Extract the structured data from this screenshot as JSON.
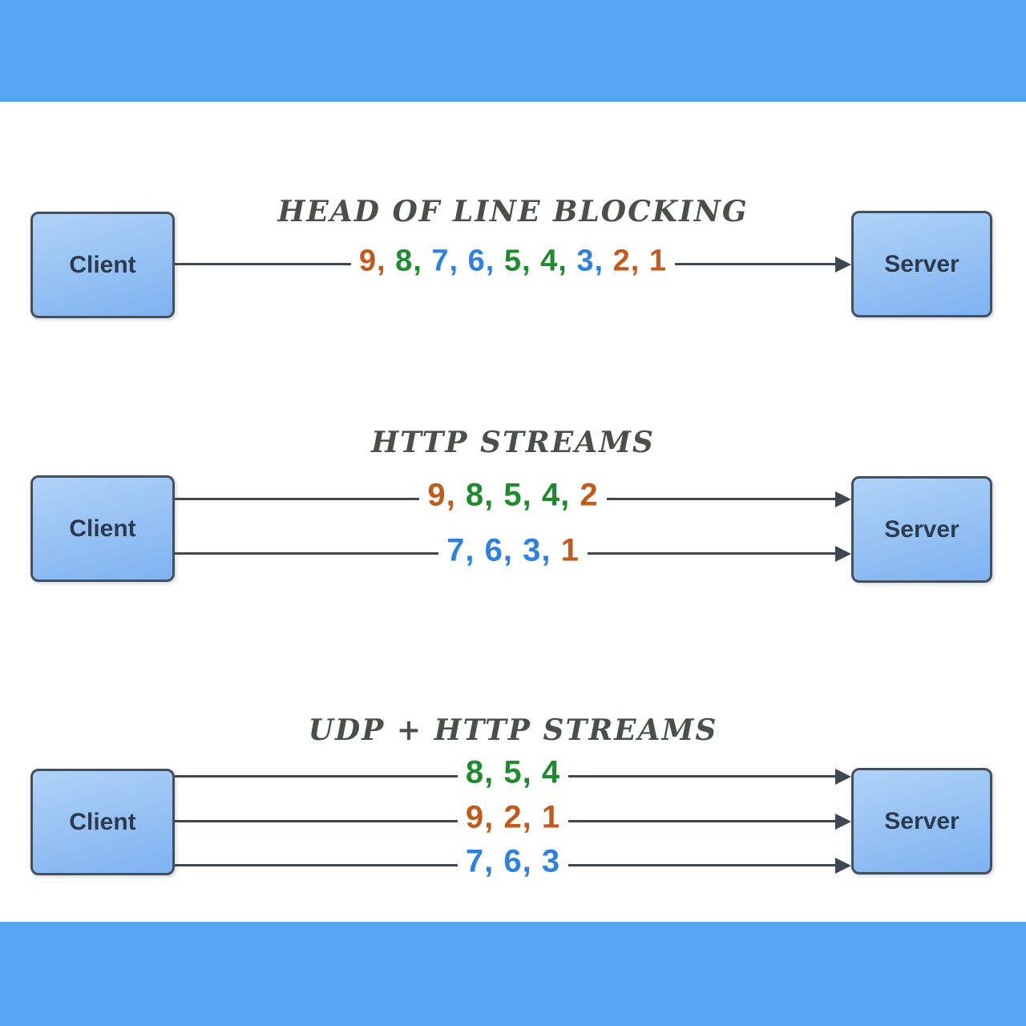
{
  "labels": {
    "client": "Client",
    "server": "Server"
  },
  "colors": {
    "bar": "#55a5f3",
    "line": "#3f4750",
    "title": "#4a4f4b",
    "orange": "#c05a1e",
    "green": "#1f8b2e",
    "blue": "#2f81de",
    "box_border": "#435060",
    "box_top": "#b0d2f7",
    "box_bottom": "#7fb2f1",
    "box_text": "#2b3a4e"
  },
  "sections": [
    {
      "title": "HEAD OF LINE BLOCKING",
      "streams": [
        {
          "numbers": [
            {
              "n": "9",
              "c": "orange"
            },
            {
              "n": "8",
              "c": "green"
            },
            {
              "n": "7",
              "c": "blue"
            },
            {
              "n": "6",
              "c": "blue"
            },
            {
              "n": "5",
              "c": "green"
            },
            {
              "n": "4",
              "c": "green"
            },
            {
              "n": "3",
              "c": "blue"
            },
            {
              "n": "2",
              "c": "orange"
            },
            {
              "n": "1",
              "c": "orange"
            }
          ]
        }
      ]
    },
    {
      "title": "HTTP STREAMS",
      "streams": [
        {
          "numbers": [
            {
              "n": "9",
              "c": "orange"
            },
            {
              "n": "8",
              "c": "green"
            },
            {
              "n": "5",
              "c": "green"
            },
            {
              "n": "4",
              "c": "green"
            },
            {
              "n": "2",
              "c": "orange"
            }
          ]
        },
        {
          "numbers": [
            {
              "n": "7",
              "c": "blue"
            },
            {
              "n": "6",
              "c": "blue"
            },
            {
              "n": "3",
              "c": "blue"
            },
            {
              "n": "1",
              "c": "orange"
            }
          ]
        }
      ]
    },
    {
      "title": "UDP + HTTP STREAMS",
      "streams": [
        {
          "numbers": [
            {
              "n": "8",
              "c": "green"
            },
            {
              "n": "5",
              "c": "green"
            },
            {
              "n": "4",
              "c": "green"
            }
          ]
        },
        {
          "numbers": [
            {
              "n": "9",
              "c": "orange"
            },
            {
              "n": "2",
              "c": "orange"
            },
            {
              "n": "1",
              "c": "orange"
            }
          ]
        },
        {
          "numbers": [
            {
              "n": "7",
              "c": "blue"
            },
            {
              "n": "6",
              "c": "blue"
            },
            {
              "n": "3",
              "c": "blue"
            }
          ]
        }
      ]
    }
  ]
}
